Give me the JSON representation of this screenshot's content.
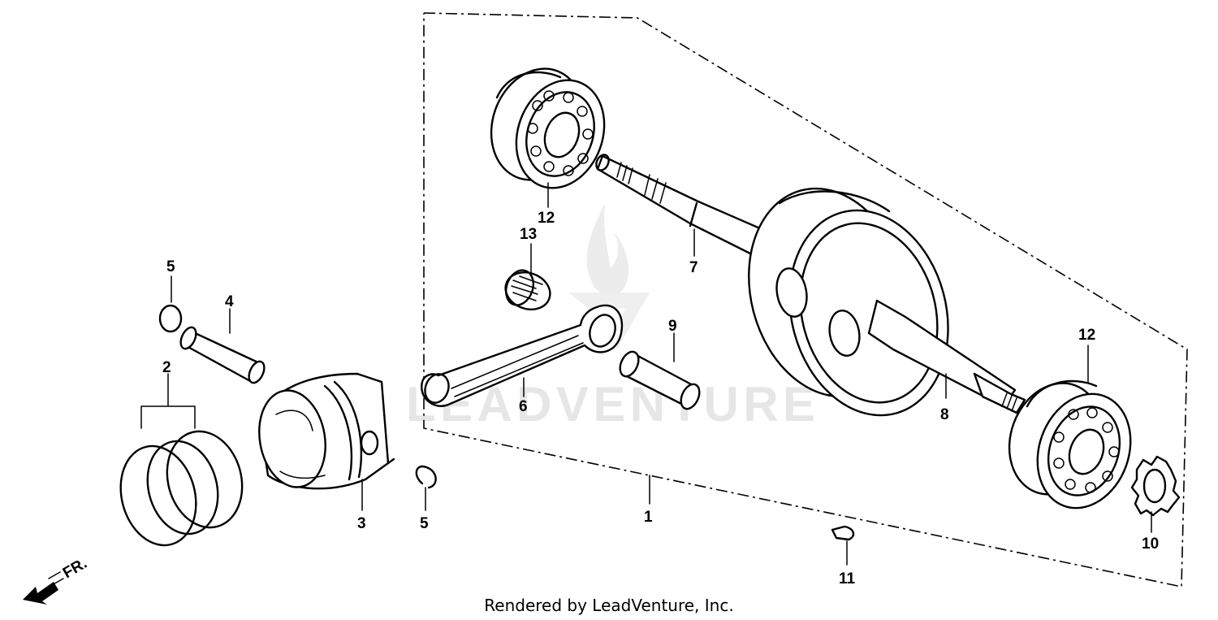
{
  "watermark": {
    "text": "LEADVENTURE"
  },
  "front_indicator": {
    "label": "FR."
  },
  "footer": {
    "text": "Rendered by LeadVenture, Inc."
  },
  "callouts": {
    "c1": "1",
    "c2": "2",
    "c3": "3",
    "c4": "4",
    "c5a": "5",
    "c5b": "5",
    "c6": "6",
    "c7": "7",
    "c8": "8",
    "c9": "9",
    "c10": "10",
    "c11": "11",
    "c12a": "12",
    "c12b": "12",
    "c13": "13"
  }
}
